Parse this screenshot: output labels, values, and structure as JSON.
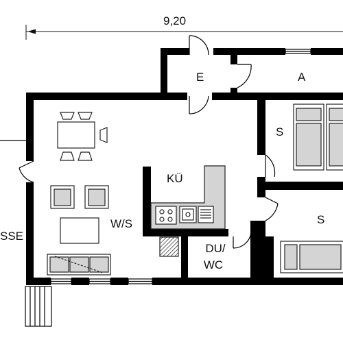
{
  "dimension": {
    "width_label": "9,20"
  },
  "rooms": {
    "E": "E",
    "A": "A",
    "S_upper": "S",
    "S_lower": "S",
    "KU": "KÜ",
    "WS": "W/S",
    "DU_WC_line1": "DU/",
    "DU_WC_line2": "WC",
    "terrace_partial": "SSE"
  },
  "colors": {
    "wall": "#000000",
    "furniture_fill": "#d4d4d4",
    "furniture_stroke": "#222222"
  }
}
